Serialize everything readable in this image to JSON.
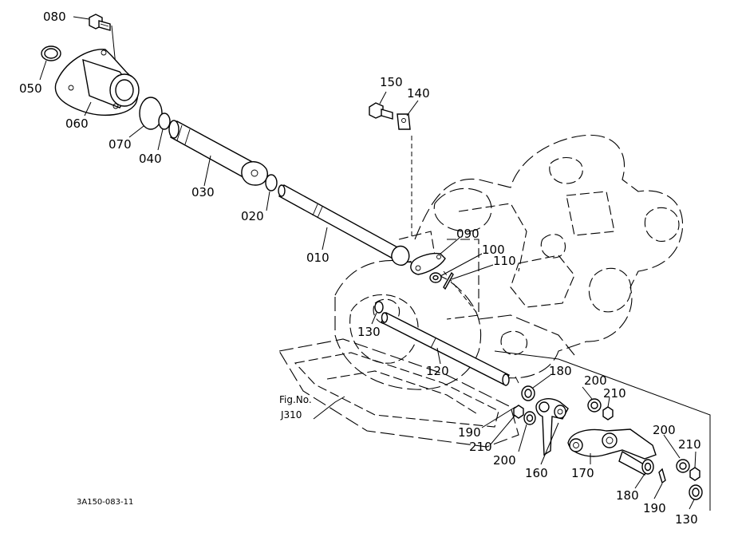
{
  "diagram": {
    "callouts": [
      {
        "id": "c080",
        "text": "080"
      },
      {
        "id": "c050",
        "text": "050"
      },
      {
        "id": "c060",
        "text": "060"
      },
      {
        "id": "c070",
        "text": "070"
      },
      {
        "id": "c040",
        "text": "040"
      },
      {
        "id": "c030",
        "text": "030"
      },
      {
        "id": "c020",
        "text": "020"
      },
      {
        "id": "c010",
        "text": "010"
      },
      {
        "id": "c150",
        "text": "150"
      },
      {
        "id": "c140",
        "text": "140"
      },
      {
        "id": "c090",
        "text": "090"
      },
      {
        "id": "c100",
        "text": "100"
      },
      {
        "id": "c110",
        "text": "110"
      },
      {
        "id": "c130a",
        "text": "130"
      },
      {
        "id": "c120",
        "text": "120"
      },
      {
        "id": "c180a",
        "text": "180"
      },
      {
        "id": "c200a",
        "text": "200"
      },
      {
        "id": "c210a",
        "text": "210"
      },
      {
        "id": "c190a",
        "text": "190"
      },
      {
        "id": "c210b",
        "text": "210"
      },
      {
        "id": "c200b",
        "text": "200"
      },
      {
        "id": "c160",
        "text": "160"
      },
      {
        "id": "c170",
        "text": "170"
      },
      {
        "id": "c200c",
        "text": "200"
      },
      {
        "id": "c210c",
        "text": "210"
      },
      {
        "id": "c180b",
        "text": "180"
      },
      {
        "id": "c190b",
        "text": "190"
      },
      {
        "id": "c130b",
        "text": "130"
      }
    ],
    "figure_reference": {
      "line1": "Fig.No.",
      "line2": "J310"
    },
    "drawing_number": "3A150-083-11"
  }
}
